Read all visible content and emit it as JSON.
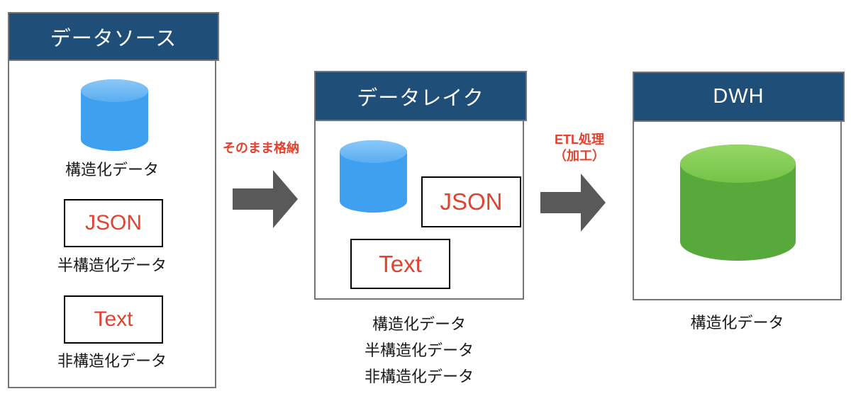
{
  "colors": {
    "header_bg": "#1f4e79",
    "header_text": "#ffffff",
    "red_text": "#e2432f",
    "arrow_gray": "#595959",
    "cylinder_blue_body": "#3fa0ef",
    "cylinder_blue_top": "#74bdf5",
    "cylinder_green_body": "#56a93a",
    "cylinder_green_top": "#7fca51",
    "databox_border": "#000000",
    "panel_border": "#757575",
    "label_text": "#1a1a1a"
  },
  "panels": {
    "source": {
      "title": "データソース",
      "structured_label": "構造化データ",
      "json_label": "JSON",
      "semi_structured_label": "半構造化データ",
      "text_label": "Text",
      "unstructured_label": "非構造化データ"
    },
    "lake": {
      "title": "データレイク",
      "json_label": "JSON",
      "text_label": "Text",
      "below_labels": [
        "構造化データ",
        "半構造化データ",
        "非構造化データ"
      ]
    },
    "dwh": {
      "title": "DWH",
      "below_label": "構造化データ"
    }
  },
  "arrows": {
    "store": {
      "label": "そのまま格納"
    },
    "etl": {
      "label_line1": "ETL処理",
      "label_line2": "（加工）"
    }
  }
}
